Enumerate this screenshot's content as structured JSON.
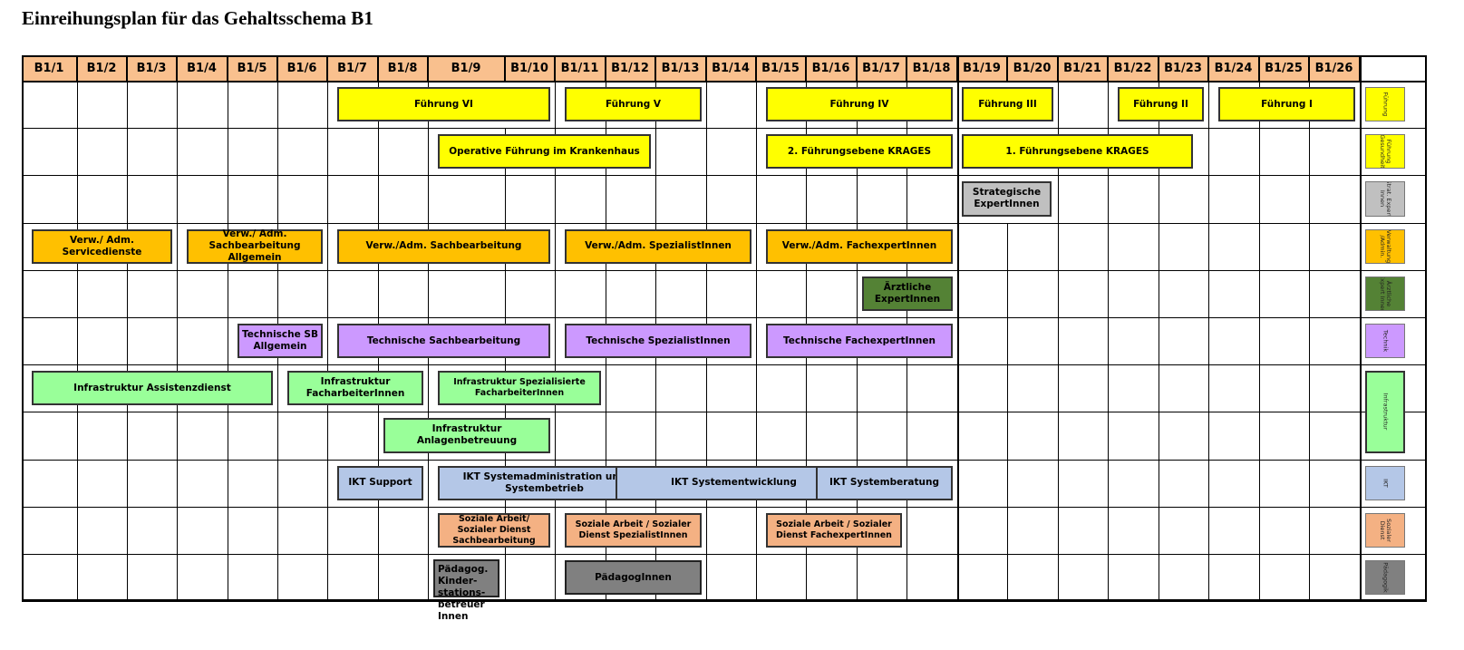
{
  "title": "Einreihungsplan für das Gehaltsschema B1",
  "columns": [
    "B1/1",
    "B1/2",
    "B1/3",
    "B1/4",
    "B1/5",
    "B1/6",
    "B1/7",
    "B1/8",
    "B1/9",
    "B1/10",
    "B1/11",
    "B1/12",
    "B1/13",
    "B1/14",
    "B1/15",
    "B1/16",
    "B1/17",
    "B1/18",
    "B1/19",
    "B1/20",
    "B1/21",
    "B1/22",
    "B1/23",
    "B1/24",
    "B1/25",
    "B1/26"
  ],
  "colors": {
    "header": "#f9c08e",
    "fuehrung": "#ffff00",
    "grau": "#c0c0c0",
    "verwaltung": "#ffc000",
    "aerztlich": "#548235",
    "technik": "#cc99ff",
    "infrastruktur": "#99ff99",
    "ikt": "#b4c7e7",
    "sozial": "#f4b183",
    "paedagogik": "#808080"
  },
  "boxes": [
    {
      "text": "Führung VI",
      "color": "fuehrung"
    },
    {
      "text": "Führung V",
      "color": "fuehrung"
    },
    {
      "text": "Führung IV",
      "color": "fuehrung"
    },
    {
      "text": "Führung III",
      "color": "fuehrung"
    },
    {
      "text": "Führung II",
      "color": "fuehrung"
    },
    {
      "text": "Führung I",
      "color": "fuehrung"
    },
    {
      "text": "Operative Führung im Krankenhaus",
      "color": "fuehrung"
    },
    {
      "text": "2. Führungsebene KRAGES",
      "color": "fuehrung"
    },
    {
      "text": "1. Führungsebene KRAGES",
      "color": "fuehrung"
    },
    {
      "text": "Strategische ExpertInnen",
      "color": "grau"
    },
    {
      "text": "Verw./ Adm. Servicedienste",
      "color": "verwaltung"
    },
    {
      "text": "Verw./ Adm. Sachbearbeitung Allgemein",
      "color": "verwaltung"
    },
    {
      "text": "Verw./Adm. Sachbearbeitung",
      "color": "verwaltung"
    },
    {
      "text": "Verw./Adm. SpezialistInnen",
      "color": "verwaltung"
    },
    {
      "text": "Verw./Adm. FachexpertInnen",
      "color": "verwaltung"
    },
    {
      "text": "Ärztliche ExpertInnen",
      "color": "aerztlich"
    },
    {
      "text": "Technische SB Allgemein",
      "color": "technik"
    },
    {
      "text": "Technische Sachbearbeitung",
      "color": "technik"
    },
    {
      "text": "Technische SpezialistInnen",
      "color": "technik"
    },
    {
      "text": "Technische FachexpertInnen",
      "color": "technik"
    },
    {
      "text": "Infrastruktur Assistenzdienst",
      "color": "infrastruktur"
    },
    {
      "text": "Infrastruktur FacharbeiterInnen",
      "color": "infrastruktur"
    },
    {
      "text": "Infrastruktur Spezialisierte FacharbeiterInnen",
      "color": "infrastruktur"
    },
    {
      "text": "Infrastruktur Anlagenbetreuung",
      "color": "infrastruktur"
    },
    {
      "text": "IKT Support",
      "color": "ikt"
    },
    {
      "text": "IKT Systemadministration und Systembetrieb",
      "color": "ikt"
    },
    {
      "text": "IKT Systementwicklung",
      "color": "ikt"
    },
    {
      "text": "IKT Systemberatung",
      "color": "ikt"
    },
    {
      "text": "Soziale Arbeit/ Sozialer Dienst Sachbearbeitung",
      "color": "sozial"
    },
    {
      "text": "Soziale Arbeit / Sozialer Dienst SpezialistInnen",
      "color": "sozial"
    },
    {
      "text": "Soziale Arbeit / Sozialer Dienst FachexpertInnen",
      "color": "sozial"
    },
    {
      "text": "Pädagog. Kinder- stations- betreuer Innen",
      "color": "paedagogik"
    },
    {
      "text": "PädagogInnen",
      "color": "paedagogik"
    }
  ],
  "legend": [
    {
      "text": "Führung",
      "color": "fuehrung"
    },
    {
      "text": "Führung Gesundheit",
      "color": "fuehrung"
    },
    {
      "text": "Strat. Expert Innen",
      "color": "grau"
    },
    {
      "text": "Verwaltung /Admin.",
      "color": "verwaltung"
    },
    {
      "text": "Ärztliche Expert Innen",
      "color": "aerztlich"
    },
    {
      "text": "Technik",
      "color": "technik"
    },
    {
      "text": "Infrastruktur",
      "color": "infrastruktur"
    },
    {
      "text": "IKT",
      "color": "ikt"
    },
    {
      "text": "Sozialer Dienst",
      "color": "sozial"
    },
    {
      "text": "Pädagogik",
      "color": "paedagogik"
    }
  ]
}
